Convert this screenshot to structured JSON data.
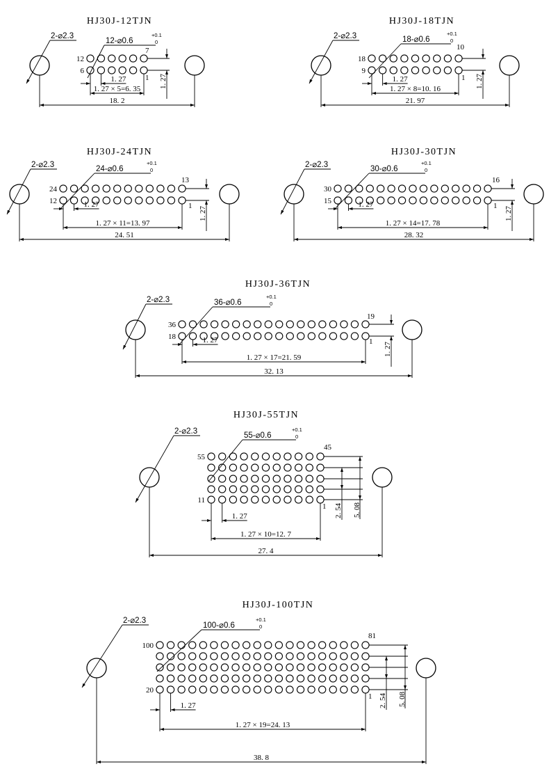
{
  "connectors": [
    {
      "title": "HJ30J-12TJN",
      "mount_holes": "2-⌀2.3",
      "pin_hole": "12-⌀0.6",
      "tol_plus": "+0.1",
      "tol_zero": "0",
      "corner_labels": {
        "top_left": "12",
        "bottom_left": "6",
        "top_right": "7",
        "bottom_right": "1"
      },
      "pitch_label": "1. 27",
      "row_span_label": "1. 27 × 5=6. 35",
      "vertical_pitch_label": "1. 27",
      "vertical_total_label": "",
      "overall_label": "18. 2"
    },
    {
      "title": "HJ30J-18TJN",
      "mount_holes": "2-⌀2.3",
      "pin_hole": "18-⌀0.6",
      "tol_plus": "+0.1",
      "tol_zero": "0",
      "corner_labels": {
        "top_left": "18",
        "bottom_left": "9",
        "top_right": "10",
        "bottom_right": "1"
      },
      "pitch_label": "1. 27",
      "row_span_label": "1. 27 × 8=10. 16",
      "vertical_pitch_label": "1. 27",
      "vertical_total_label": "",
      "overall_label": "21. 97"
    },
    {
      "title": "HJ30J-24TJN",
      "mount_holes": "2-⌀2.3",
      "pin_hole": "24-⌀0.6",
      "tol_plus": "+0.1",
      "tol_zero": "0",
      "corner_labels": {
        "top_left": "24",
        "bottom_left": "12",
        "top_right": "13",
        "bottom_right": "1"
      },
      "pitch_label": "1. 27",
      "row_span_label": "1. 27 × 11=13. 97",
      "vertical_pitch_label": "1. 27",
      "vertical_total_label": "",
      "overall_label": "24. 51"
    },
    {
      "title": "HJ30J-30TJN",
      "mount_holes": "2-⌀2.3",
      "pin_hole": "30-⌀0.6",
      "tol_plus": "+0.1",
      "tol_zero": "0",
      "corner_labels": {
        "top_left": "30",
        "bottom_left": "15",
        "top_right": "16",
        "bottom_right": "1"
      },
      "pitch_label": "1. 27",
      "row_span_label": "1. 27 × 14=17. 78",
      "vertical_pitch_label": "1. 27",
      "vertical_total_label": "",
      "overall_label": "28. 32"
    },
    {
      "title": "HJ30J-36TJN",
      "mount_holes": "2-⌀2.3",
      "pin_hole": "36-⌀0.6",
      "tol_plus": "+0.1",
      "tol_zero": "0",
      "corner_labels": {
        "top_left": "36",
        "bottom_left": "18",
        "top_right": "19",
        "bottom_right": "1"
      },
      "pitch_label": "1. 27",
      "row_span_label": "1. 27 × 17=21. 59",
      "vertical_pitch_label": "1. 27",
      "vertical_total_label": "",
      "overall_label": "32. 13"
    },
    {
      "title": "HJ30J-55TJN",
      "mount_holes": "2-⌀2.3",
      "pin_hole": "55-⌀0.6",
      "tol_plus": "+0.1",
      "tol_zero": "0",
      "corner_labels": {
        "top_left": "55",
        "bottom_left": "11",
        "top_right": "45",
        "bottom_right": "1"
      },
      "pitch_label": "1. 27",
      "row_span_label": "1. 27 × 10=12. 7",
      "vertical_pitch_label": "2. 54",
      "vertical_total_label": "5. 08",
      "overall_label": "27. 4"
    },
    {
      "title": "HJ30J-100TJN",
      "mount_holes": "2-⌀2.3",
      "pin_hole": "100-⌀0.6",
      "tol_plus": "+0.1",
      "tol_zero": "0",
      "corner_labels": {
        "top_left": "100",
        "bottom_left": "20",
        "top_right": "81",
        "bottom_right": "1"
      },
      "pitch_label": "1. 27",
      "row_span_label": "1. 27 × 19=24. 13",
      "vertical_pitch_label": "2. 54",
      "vertical_total_label": "5. 08",
      "overall_label": "38. 8"
    }
  ]
}
